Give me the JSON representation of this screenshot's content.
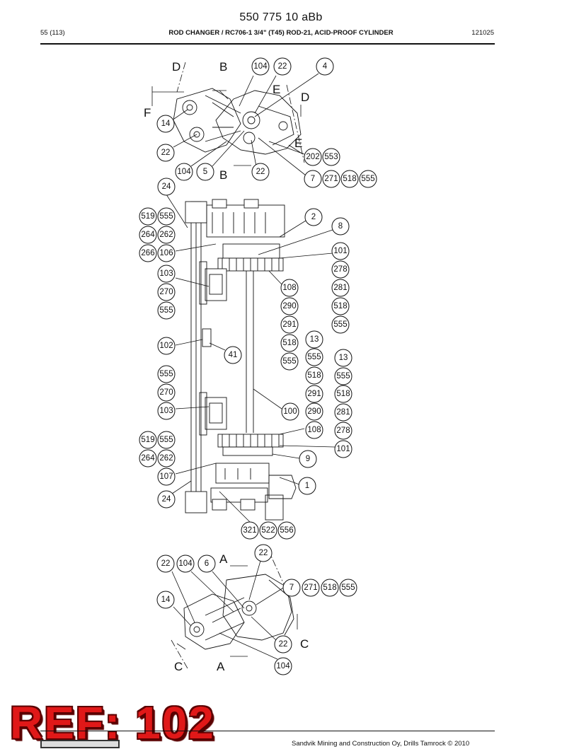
{
  "header": {
    "doc_number": "550 775 10 aBb",
    "page": "55 (113)",
    "title": "ROD CHANGER / RC706-1 3/4\" (T45) ROD-21, ACID-PROOF CYLINDER",
    "code": "121025"
  },
  "drawing": {
    "top_view": {
      "sections": [
        "D",
        "B",
        "E",
        "D",
        "F",
        "E",
        "B"
      ],
      "callouts": [
        "104",
        "22",
        "4",
        "14",
        "22",
        "202",
        "553",
        "104",
        "5",
        "22",
        "7",
        "271",
        "518",
        "555"
      ]
    },
    "side_view": {
      "callouts": [
        "24",
        "519",
        "555",
        "264",
        "262",
        "266",
        "106",
        "2",
        "8",
        "101",
        "278",
        "103",
        "270",
        "555",
        "108",
        "281",
        "290",
        "518",
        "291",
        "555",
        "102",
        "518",
        "13",
        "41",
        "555",
        "555",
        "13",
        "555",
        "518",
        "555",
        "270",
        "291",
        "518",
        "103",
        "100",
        "290",
        "281",
        "108",
        "278",
        "519",
        "555",
        "101",
        "264",
        "262",
        "9",
        "107",
        "1",
        "24",
        "321",
        "522",
        "556"
      ]
    },
    "bottom_view": {
      "sections": [
        "A",
        "C",
        "C",
        "A"
      ],
      "callouts": [
        "22",
        "22",
        "104",
        "6",
        "7",
        "271",
        "518",
        "555",
        "14",
        "22",
        "104"
      ]
    }
  },
  "stamp": {
    "text": "REF: 102"
  },
  "footer": {
    "copyright": "Sandvik Mining and Construction Oy, Drills Tamrock © 2010"
  }
}
